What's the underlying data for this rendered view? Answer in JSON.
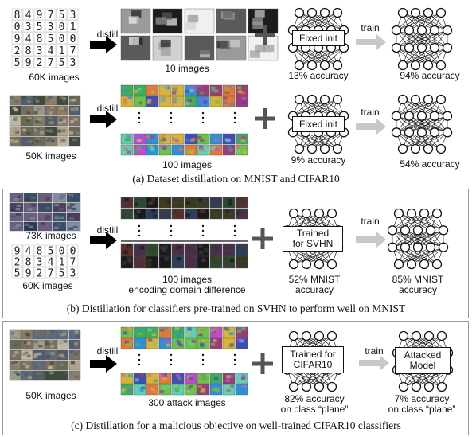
{
  "panel_a": {
    "mnist": {
      "digits": [
        "8",
        "4",
        "9",
        "7",
        "5",
        "3",
        "0",
        "3",
        "5",
        "3",
        "0",
        "1",
        "9",
        "4",
        "8",
        "5",
        "0",
        "0",
        "2",
        "8",
        "3",
        "4",
        "1",
        "7",
        "5",
        "9",
        "2",
        "7",
        "5",
        "3"
      ],
      "source_label": "60K images",
      "distill_label": "distill",
      "synth_label": "10 images",
      "init_label": "Fixed init",
      "before_acc": "13% accuracy",
      "train_label": "train",
      "after_acc": "94% accuracy"
    },
    "cifar": {
      "source_label": "50K images",
      "distill_label": "distill",
      "synth_label": "100 images",
      "init_label": "Fixed init",
      "before_acc": "9% accuracy",
      "train_label": "train",
      "after_acc": "54% accuracy"
    },
    "caption": "(a) Dataset distillation on MNIST and CIFAR10"
  },
  "panel_b": {
    "svhn_label": "73K images",
    "mnist_digits": [
      "9",
      "4",
      "8",
      "5",
      "0",
      "0",
      "2",
      "8",
      "3",
      "4",
      "1",
      "7",
      "5",
      "9",
      "2",
      "7",
      "5",
      "3"
    ],
    "mnist_label": "60K images",
    "distill_label": "distill",
    "synth_label_1": "100 images",
    "synth_label_2": "encoding domain difference",
    "box_line_1": "Trained",
    "box_line_2": "for SVHN",
    "before_acc_1": "52% MNIST",
    "before_acc_2": "accuracy",
    "train_label": "train",
    "after_acc_1": "85% MNIST",
    "after_acc_2": "accuracy",
    "caption": "(b) Distillation for classifiers pre-trained on SVHN to perform well on MNIST"
  },
  "panel_c": {
    "source_label": "50K images",
    "distill_label": "distill",
    "synth_label": "300 attack images",
    "box_line_1": "Trained for",
    "box_line_2": "CIFAR10",
    "before_acc_1": "82% accuracy",
    "before_acc_2": "on class “plane”",
    "train_label": "train",
    "attack_line_1": "Attacked",
    "attack_line_2": "Model",
    "after_acc_1": "7% accuracy",
    "after_acc_2": "on class “plane”",
    "caption": "(c) Distillation for a malicious objective on well-trained CIFAR10 classifiers"
  }
}
